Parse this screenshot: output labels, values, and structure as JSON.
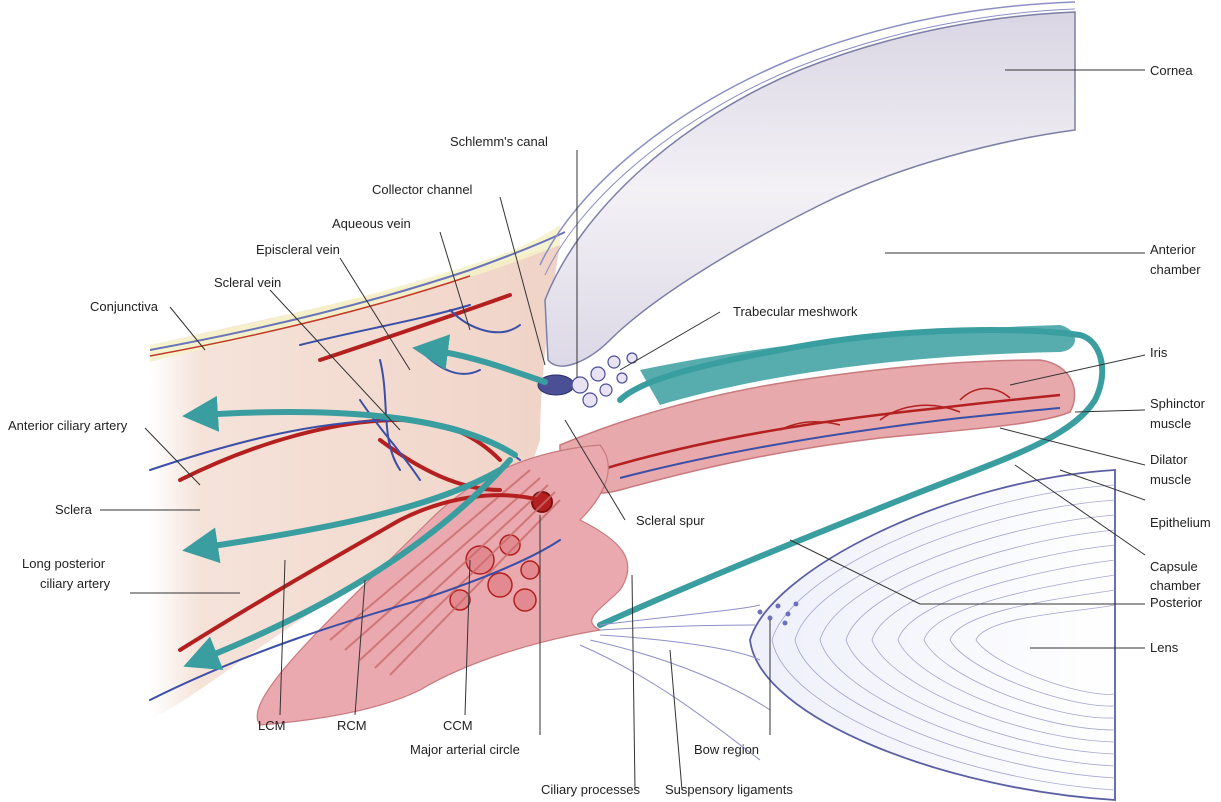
{
  "labels": {
    "cornea": "Cornea",
    "schlemms_canal": "Schlemm's canal",
    "collector_channel": "Collector channel",
    "aqueous_vein": "Aqueous vein",
    "episcleral_vein": "Episcleral vein",
    "scleral_vein": "Scleral vein",
    "conjunctiva": "Conjunctiva",
    "anterior_chamber_1": "Anterior",
    "anterior_chamber_2": "chamber",
    "trabecular_meshwork": "Trabecular meshwork",
    "iris": "Iris",
    "anterior_ciliary_artery": "Anterior ciliary artery",
    "sphinctor_muscle_1": "Sphinctor",
    "sphinctor_muscle_2": "muscle",
    "dilator_muscle_1": "Dilator",
    "dilator_muscle_2": "muscle",
    "sclera": "Sclera",
    "scleral_spur": "Scleral spur",
    "epithelium": "Epithelium",
    "long_posterior_ciliary_artery_1": "Long posterior",
    "long_posterior_ciliary_artery_2": "ciliary artery",
    "capsule_chamber_1": "Capsule",
    "capsule_chamber_2": "chamber",
    "posterior": "Posterior",
    "lens": "Lens",
    "lcm": "LCM",
    "rcm": "RCM",
    "ccm": "CCM",
    "major_arterial_circle": "Major arterial circle",
    "bow_region": "Bow region",
    "ciliary_processes": "Ciliary processes",
    "suspensory_ligaments": "Suspensory ligaments"
  },
  "colors": {
    "artery": "#b3201f",
    "vein": "#3b4fa8",
    "aqueous_flow": "#3a9ea0",
    "tissue_pink": "#e9b3b3",
    "sclera_fill": "#f3ddd3",
    "cornea_fill": "#e6e2ec",
    "lens_line": "#8f90c8",
    "leader_line": "#333333"
  }
}
